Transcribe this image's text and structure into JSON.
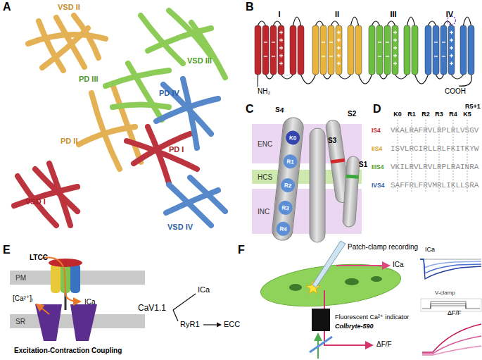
{
  "diagram": {
    "nodes": [
      {
        "text": [
          "ENC"
        ]
      },
      {
        "text": [
          "HCS"
        ]
      },
      {
        "text": [
          "INC"
        ]
      },
      {
        "text": [
          "S4"
        ]
      },
      {
        "text": [
          "K0"
        ],
        "in": 3
      },
      {
        "text": [
          "R1"
        ],
        "in": 3
      },
      {
        "text": [
          "R2"
        ],
        "in": 3
      },
      {
        "text": [
          "R3"
        ],
        "in": 3
      },
      {
        "text": [
          "R4"
        ],
        "in": 3
      },
      {
        "text": [
          "PM"
        ]
      },
      {
        "text": [
          "SR"
        ]
      }
    ],
    "labels": [
      "A",
      "VSD II",
      "PD III",
      "VSD III",
      "PD IV",
      "PD II",
      "PD I",
      "VSD I",
      "VSD IV",
      "B",
      "I",
      "II",
      "III",
      "IV",
      "NH₂",
      "COOH",
      "C",
      "S2",
      "S3",
      "S1",
      "D",
      "K0",
      "R1",
      "R2",
      "R3",
      "R4",
      "K5",
      "R5+1",
      "IS4",
      "VKALRAFRVLRPLRLVSGV",
      "IIS4",
      "ISVLRCIRLLRLFKITKYW",
      "IIIS4",
      "VKILRVLRVLRPLRAINRA",
      "IVS4",
      "SAFFRLFRVMRLIKLLSRA",
      "E",
      "LTCC",
      "[Ca²⁺]ᵢ",
      "ICa",
      "Excitation-Contraction Coupling",
      "CaV1.1",
      "ICa",
      "RyR1",
      "ECC",
      "F",
      "Patch-clamp recording",
      "ICa",
      "ICa",
      "V-clamp",
      "Fluorescent Ca²⁺ indicator",
      "Colbryte-590",
      "ΔF/F",
      "ΔF/F"
    ]
  }
}
